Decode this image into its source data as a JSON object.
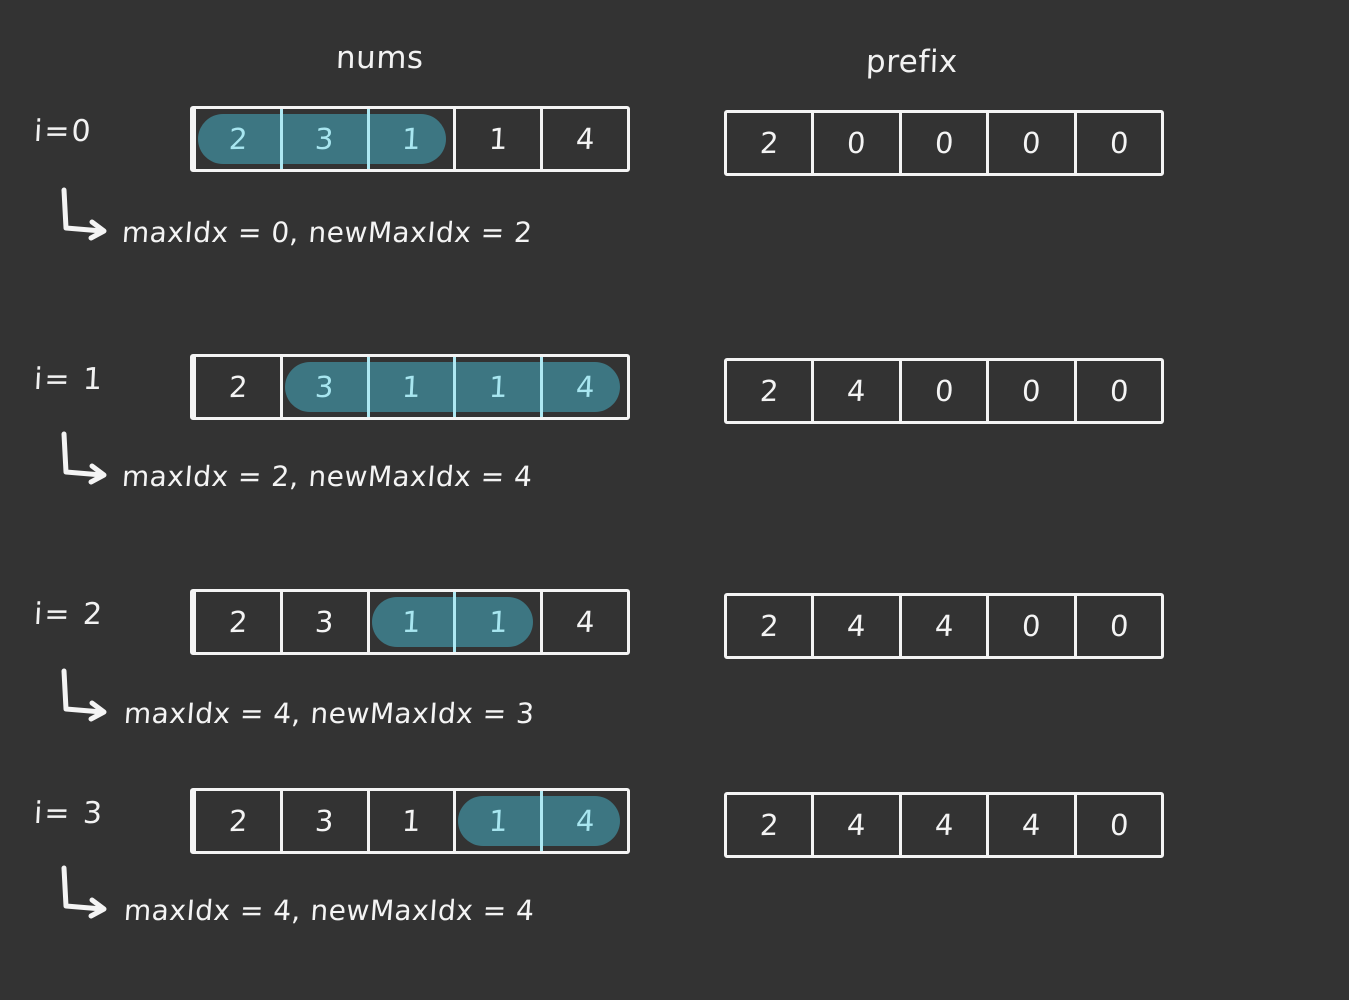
{
  "background_color": "#333333",
  "ink_color": "#f4f4f4",
  "highlight_fill": "#3d7682",
  "highlight_text_color": "#a8e6f0",
  "headers": {
    "nums": "nums",
    "prefix": "prefix"
  },
  "chart_data": {
    "type": "table",
    "title": "",
    "columns": [
      "nums",
      "prefix"
    ],
    "rows": [
      {
        "iteration_label": "i=0",
        "nums": [
          "2",
          "3",
          "1",
          "1",
          "4"
        ],
        "nums_highlight": [
          0,
          1,
          2
        ],
        "prefix": [
          "2",
          "0",
          "0",
          "0",
          "0"
        ],
        "annotation": "maxIdx = 0,  newMaxIdx = 2"
      },
      {
        "iteration_label": "i= 1",
        "nums": [
          "2",
          "3",
          "1",
          "1",
          "4"
        ],
        "nums_highlight": [
          1,
          2,
          3,
          4
        ],
        "prefix": [
          "2",
          "4",
          "0",
          "0",
          "0"
        ],
        "annotation": "maxIdx = 2,  newMaxIdx = 4"
      },
      {
        "iteration_label": "i= 2",
        "nums": [
          "2",
          "3",
          "1",
          "1",
          "4"
        ],
        "nums_highlight": [
          2,
          3
        ],
        "prefix": [
          "2",
          "4",
          "4",
          "0",
          "0"
        ],
        "annotation": "maxIdx = 4,  newMaxIdx = 3"
      },
      {
        "iteration_label": "i= 3",
        "nums": [
          "2",
          "3",
          "1",
          "1",
          "4"
        ],
        "nums_highlight": [
          3,
          4
        ],
        "prefix": [
          "2",
          "4",
          "4",
          "4",
          "0"
        ],
        "annotation": "maxIdx = 4,  newMaxIdx = 4"
      }
    ]
  }
}
